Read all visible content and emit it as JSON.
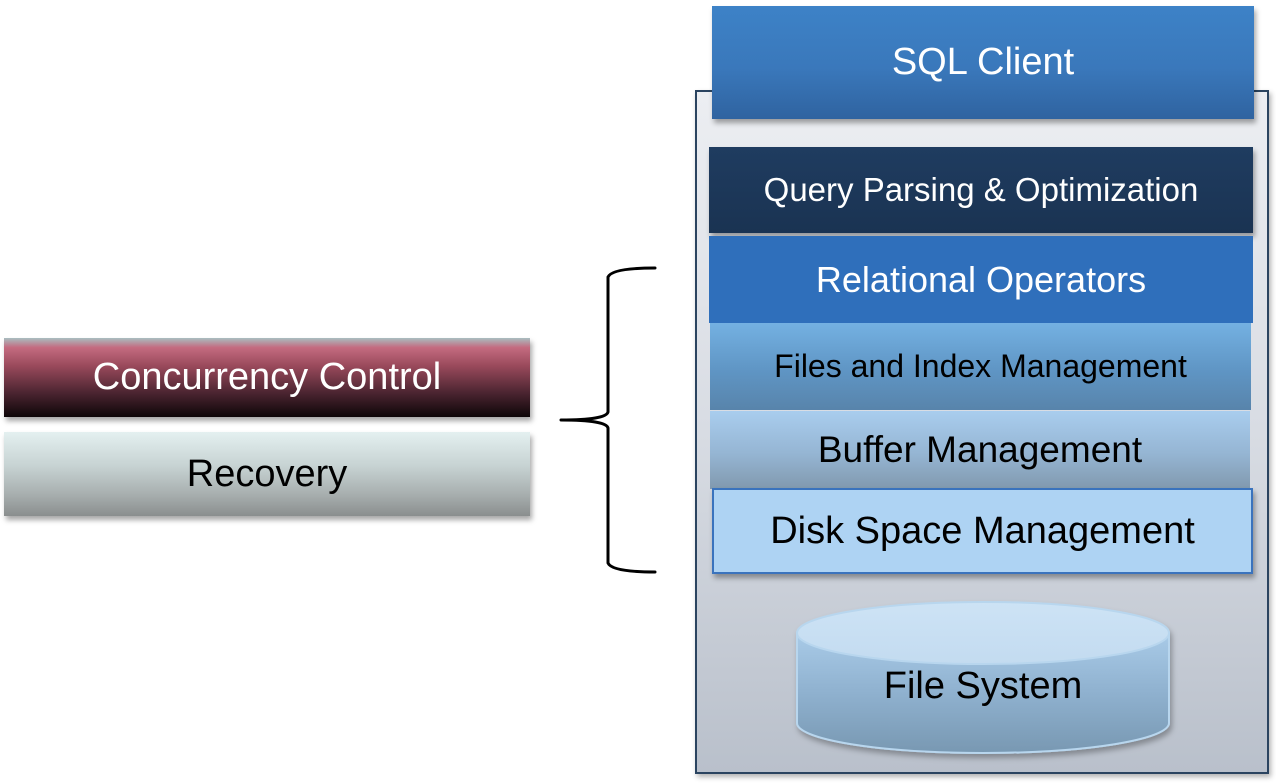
{
  "diagram": {
    "client": {
      "label": "SQL Client"
    },
    "dbms_layers": [
      {
        "label": "Query Parsing & Optimization"
      },
      {
        "label": "Relational Operators"
      },
      {
        "label": "Files and Index Management"
      },
      {
        "label": "Buffer Management"
      },
      {
        "label": "Disk Space Management"
      }
    ],
    "storage": {
      "label": "File System"
    },
    "cross_cutting": [
      {
        "label": "Concurrency Control"
      },
      {
        "label": "Recovery"
      }
    ],
    "colors": {
      "client": "#3a78bb",
      "query_parsing": "#1c365a",
      "relational_operators": "#2f6fbb",
      "files_index": "#6aa3d3",
      "buffer": "#95b5d3",
      "disk_space": "#aed3f3",
      "concurrency": "#7a3546",
      "recovery": "#b7c2c2",
      "container_border": "#2b4460"
    }
  }
}
